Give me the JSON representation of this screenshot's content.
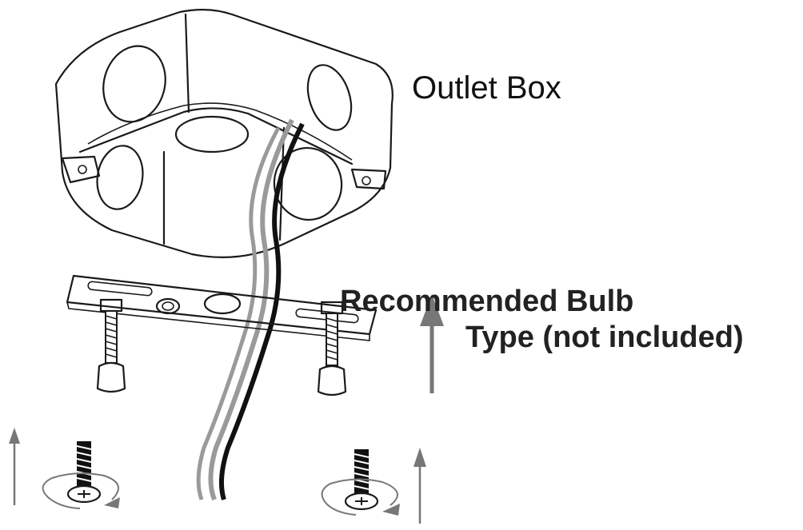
{
  "labels": {
    "outlet_box": "Outlet Box",
    "bulb_line1": "Recommended Bulb",
    "bulb_line2": "Type (not included)"
  },
  "colors": {
    "line": "#1a1a1a",
    "arrow": "#777777",
    "wire_black": "#111111",
    "wire_gray": "#9a9a9a"
  }
}
